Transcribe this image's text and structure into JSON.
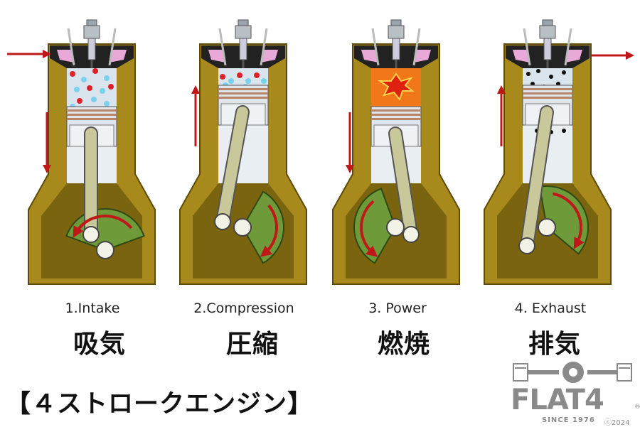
{
  "stages": [
    {
      "label": "1.Intake",
      "jp": "吸気"
    },
    {
      "label": "2.Compression",
      "jp": "圧縮"
    },
    {
      "label": "3. Power",
      "jp": "燃焼"
    },
    {
      "label": "4. Exhaust",
      "jp": "排気"
    }
  ],
  "title": "【４ストロークエンジン】",
  "brand": {
    "name": "FLAT4",
    "since": "SINCE 1976",
    "copyright": "ⓒ2024",
    "registered": "®"
  },
  "colors": {
    "casing": "#a88a1c",
    "casing_dark": "#5e4a06",
    "crankcase_fill": "#7a6410",
    "cylinder": "#d7e2ea",
    "piston": "#dfe5ea",
    "ring": "#b8846a",
    "rod": "#c8c89a",
    "crank_web": "#6f9a3a",
    "flow_arrow": "#c01818",
    "combustion": "#f07818",
    "intake_red": "#e0202a",
    "intake_blue": "#7ad0ef",
    "exhaust_dot": "#111111",
    "valve_pink": "#e8a8d8",
    "spark_plug": "#9aa4ac",
    "brand_gray": "#8a8a8a"
  },
  "icons": [
    "spark-plug-icon",
    "combustion-burst-icon",
    "rotation-arrow-icon",
    "piston-motion-arrow-icon",
    "flow-arrow-icon",
    "boxer-engine-logo-icon"
  ]
}
